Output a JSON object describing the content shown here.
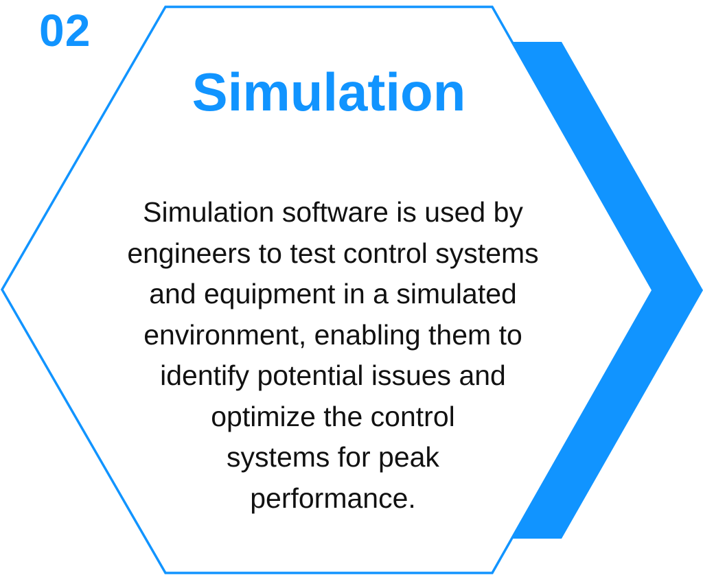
{
  "colors": {
    "accent": "#1194FF",
    "text": "#111111",
    "background": "#FFFFFF"
  },
  "step": {
    "number": "02",
    "title": "Simulation",
    "description_lines": [
      "Simulation software is used by",
      "engineers to test control systems",
      "and equipment in a simulated",
      "environment, enabling them to",
      "identify potential issues and",
      "optimize the control",
      "systems for peak",
      "performance."
    ]
  },
  "shapes": {
    "outline_hexagon": "hexagon-outline",
    "chevron": "chevron-right-arrow"
  }
}
